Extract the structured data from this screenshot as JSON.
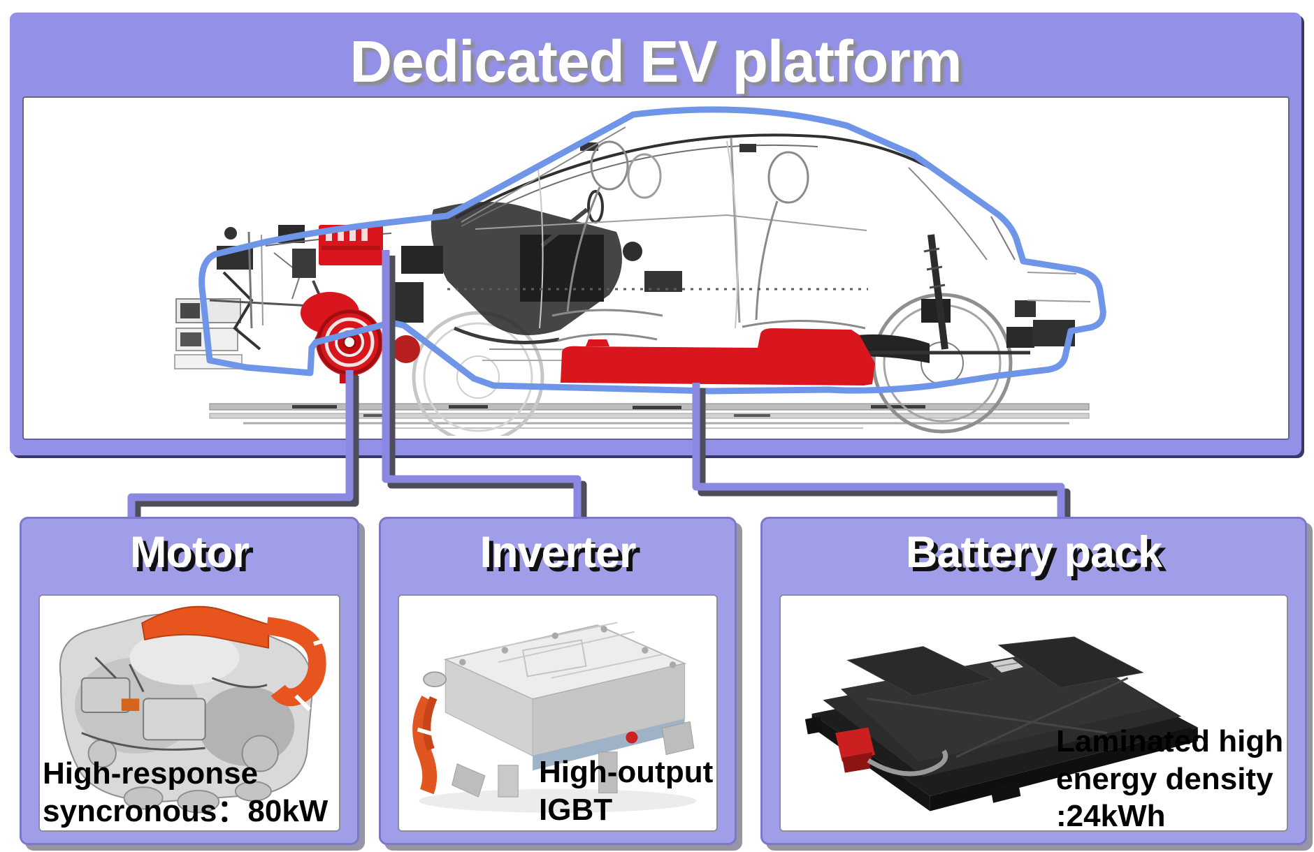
{
  "title": "Dedicated EV platform",
  "components": [
    {
      "id": "motor",
      "name": "Motor",
      "lines": [
        "High-response",
        "syncronous：80kW"
      ]
    },
    {
      "id": "inverter",
      "name": "Inverter",
      "lines": [
        "High-output",
        "IGBT"
      ]
    },
    {
      "id": "battery",
      "name": "Battery pack",
      "lines": [
        "Laminated high",
        "energy density",
        ":24kWh"
      ]
    }
  ],
  "colors": {
    "panel_purple": "#9390e8",
    "card_purple": "#a19ee9",
    "connector_purple": "#8b88e2",
    "car_outline_blue": "#6e95e8",
    "highlight_red": "#d9151d",
    "shadow_dark": "#4e4e60",
    "title_text": "#ffffff",
    "spec_text": "#000000"
  }
}
